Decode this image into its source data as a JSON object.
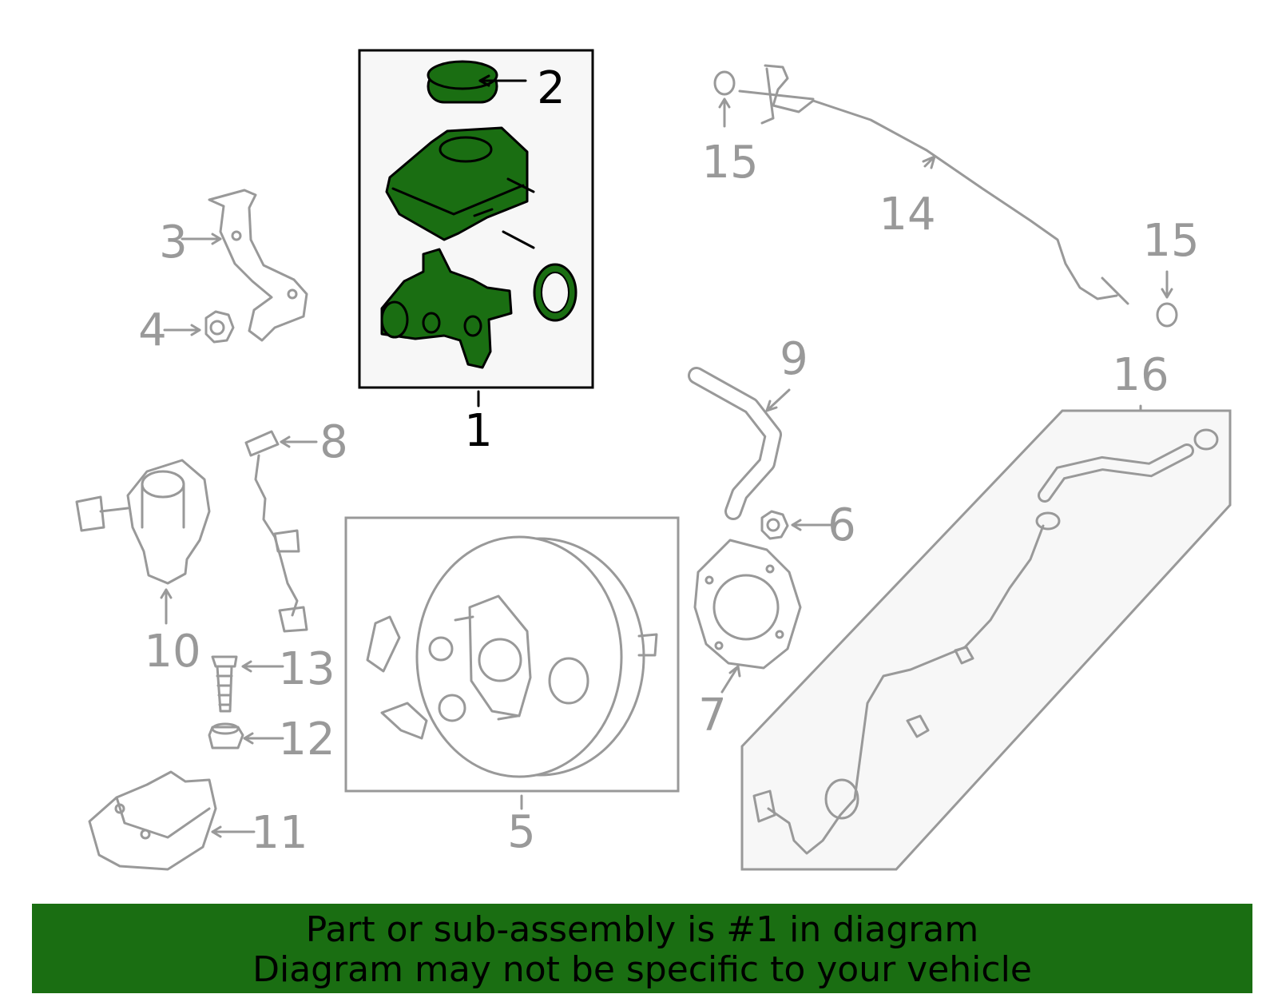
{
  "diagram": {
    "highlight_color": "#1a6e12",
    "callouts": [
      {
        "id": "1",
        "text": "1"
      },
      {
        "id": "2",
        "text": "2"
      },
      {
        "id": "3",
        "text": "3"
      },
      {
        "id": "4",
        "text": "4"
      },
      {
        "id": "5",
        "text": "5"
      },
      {
        "id": "6",
        "text": "6"
      },
      {
        "id": "7",
        "text": "7"
      },
      {
        "id": "8",
        "text": "8"
      },
      {
        "id": "9",
        "text": "9"
      },
      {
        "id": "10",
        "text": "10"
      },
      {
        "id": "11",
        "text": "11"
      },
      {
        "id": "12",
        "text": "12"
      },
      {
        "id": "13",
        "text": "13"
      },
      {
        "id": "14",
        "text": "14"
      },
      {
        "id": "15a",
        "text": "15"
      },
      {
        "id": "15b",
        "text": "15"
      },
      {
        "id": "16",
        "text": "16"
      }
    ]
  },
  "banner": {
    "line1": "Part or sub-assembly is #1 in diagram",
    "line2": "Diagram may not be specific to your vehicle"
  }
}
